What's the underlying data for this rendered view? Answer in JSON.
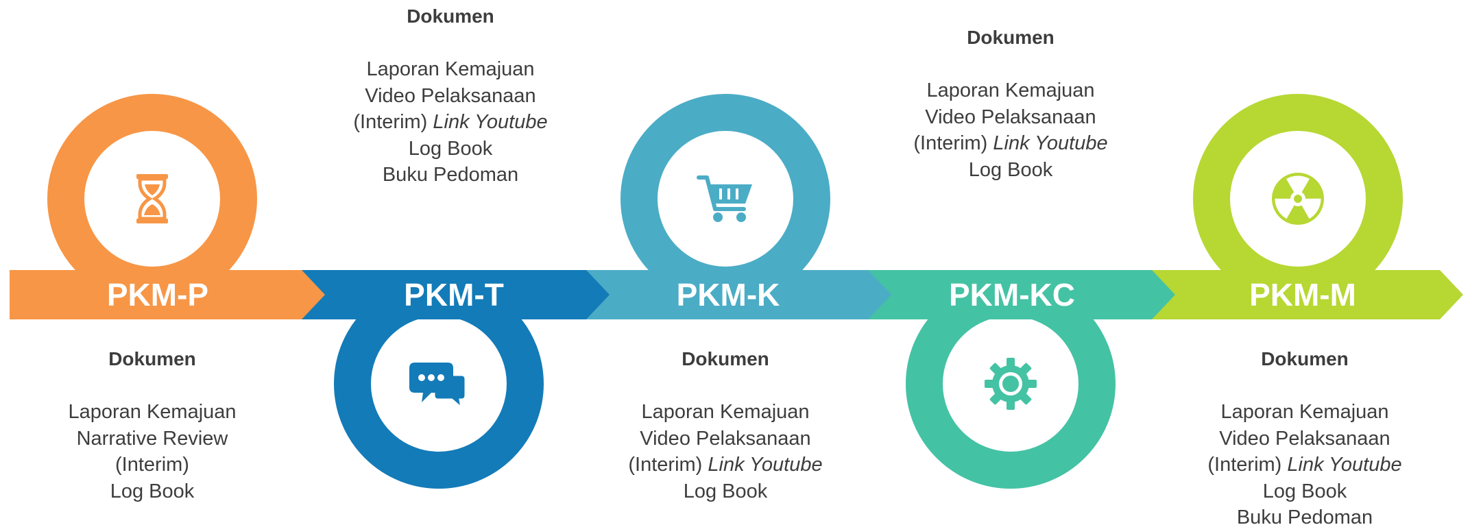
{
  "colors": {
    "pkm_p": "#F79646",
    "pkm_t": "#137BB8",
    "pkm_k": "#4BACC6",
    "pkm_kc": "#44C2A4",
    "pkm_m": "#B7D733",
    "text": "#3d3d3d"
  },
  "stages": [
    {
      "label": "PKM-P",
      "icon": "hourglass-icon",
      "doc": {
        "heading": "Dokumen",
        "lines": [
          "Laporan Kemajuan",
          "Narrative Review",
          "(Interim)",
          "Log Book"
        ]
      }
    },
    {
      "label": "PKM-T",
      "icon": "chat-bubbles-icon",
      "doc": {
        "heading": "Dokumen",
        "lines": [
          "Laporan Kemajuan",
          "Video Pelaksanaan"
        ],
        "interim_prefix": "(Interim)",
        "interim_italic": "Link Youtube",
        "lines_after": [
          "Log Book",
          "Buku Pedoman"
        ]
      }
    },
    {
      "label": "PKM-K",
      "icon": "shopping-cart-icon",
      "doc": {
        "heading": "Dokumen",
        "lines": [
          "Laporan Kemajuan",
          "Video Pelaksanaan"
        ],
        "interim_prefix": "(Interim)",
        "interim_italic": "Link Youtube",
        "lines_after": [
          "Log Book"
        ]
      }
    },
    {
      "label": "PKM-KC",
      "icon": "gear-icon",
      "doc": {
        "heading": "Dokumen",
        "lines": [
          "Laporan Kemajuan",
          "Video Pelaksanaan"
        ],
        "interim_prefix": "(Interim)",
        "interim_italic": "Link Youtube",
        "lines_after": [
          "Log Book"
        ]
      }
    },
    {
      "label": "PKM-M",
      "icon": "radiation-icon",
      "doc": {
        "heading": "Dokumen",
        "lines": [
          "Laporan Kemajuan",
          "Video Pelaksanaan"
        ],
        "interim_prefix": "(Interim)",
        "interim_italic": "Link Youtube",
        "lines_after": [
          "Log Book",
          "Buku Pedoman"
        ]
      }
    }
  ]
}
